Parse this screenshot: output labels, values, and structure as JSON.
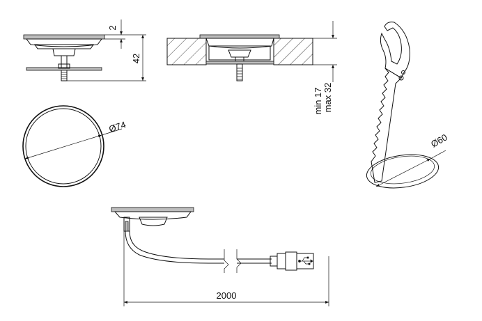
{
  "dimensions": {
    "lip_thickness": "2",
    "height": "42",
    "depth_min": "min 17",
    "depth_max": "max 32",
    "diameter_top": "Ø74",
    "cut_diameter": "Ø60",
    "cable_length": "2000"
  }
}
